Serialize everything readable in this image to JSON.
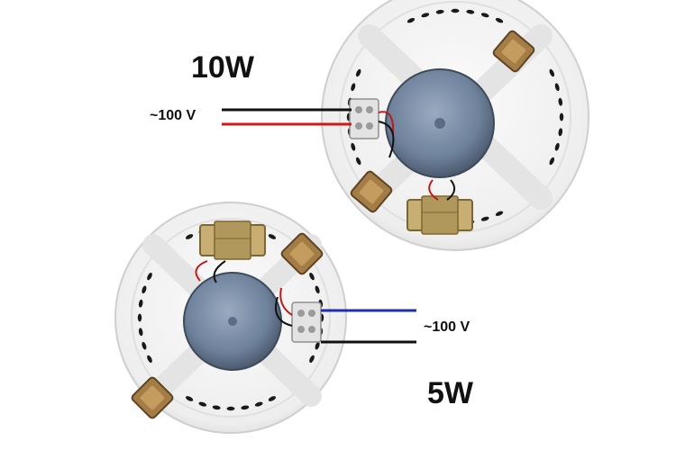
{
  "speakers": [
    {
      "power_label": "10W",
      "voltage_label": "~100 V",
      "wire_colors": [
        "#111111",
        "#d01818"
      ]
    },
    {
      "power_label": "5W",
      "voltage_label": "~100 V",
      "wire_colors": [
        "#1c2fb0",
        "#111111"
      ]
    }
  ],
  "colors": {
    "housing": "#f1f1f1",
    "housing_edge": "#cfcfcf",
    "magnet": "#7a8da6",
    "transformer": "#c8ae72",
    "clip": "#a47c45",
    "terminal": "#e3e3e3"
  }
}
